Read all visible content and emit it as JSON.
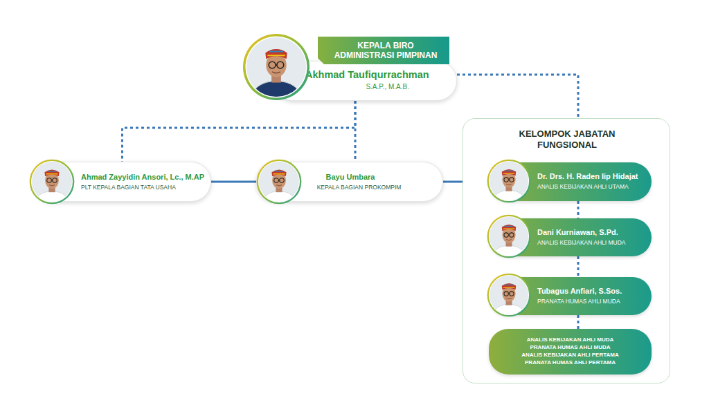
{
  "diagram": {
    "nodes": [
      {
        "text": [
          "KEPALA BIRO ADMINISTRASI PIMPINAN",
          "Akhmad Taufiqurrachman",
          "S.A.P., M.A.B."
        ]
      },
      {
        "text": [
          "Ahmad Zayyidin Ansori, Lc., M.AP",
          "PLT KEPALA BAGIAN TATA USAHA"
        ]
      },
      {
        "text": [
          "Bayu Umbara",
          "KEPALA BAGIAN PROKOMPIM"
        ]
      },
      {
        "text": [
          "KELOMPOK JABATAN FUNGSIONAL"
        ]
      },
      {
        "text": [
          "Dr. Drs. H. Raden Iip Hidajat",
          "ANALIS KEBIJAKAN AHLI UTAMA"
        ],
        "in": 3
      },
      {
        "text": [
          "Dani Kurniawan, S.Pd.",
          "ANALIS KEBIJAKAN AHLI MUDA"
        ],
        "in": 3
      },
      {
        "text": [
          "Tubagus Anfiari, S.Sos.",
          "PRANATA HUMAS AHLI MUDA"
        ],
        "in": 3
      },
      {
        "text": [
          "ANALIS KEBIJAKAN AHLI MUDA",
          "PRANATA HUMAS AHLI MUDA",
          "ANALIS KEBIJAKAN AHLI PERTAMA",
          "PRANATA HUMAS AHLI PERTAMA"
        ],
        "in": 3
      }
    ],
    "edges": [
      {
        "from": 0,
        "to": 1,
        "arrow": "none"
      },
      {
        "from": 0,
        "to": 2,
        "arrow": "none"
      },
      {
        "from": 0,
        "to": 3,
        "arrow": "none"
      },
      {
        "from": 1,
        "to": 2,
        "arrow": "none"
      },
      {
        "from": 2,
        "to": 3,
        "arrow": "none"
      },
      {
        "from": 4,
        "to": 5,
        "arrow": "none"
      },
      {
        "from": 5,
        "to": 6,
        "arrow": "none"
      },
      {
        "from": 6,
        "to": 7,
        "arrow": "none"
      }
    ]
  }
}
